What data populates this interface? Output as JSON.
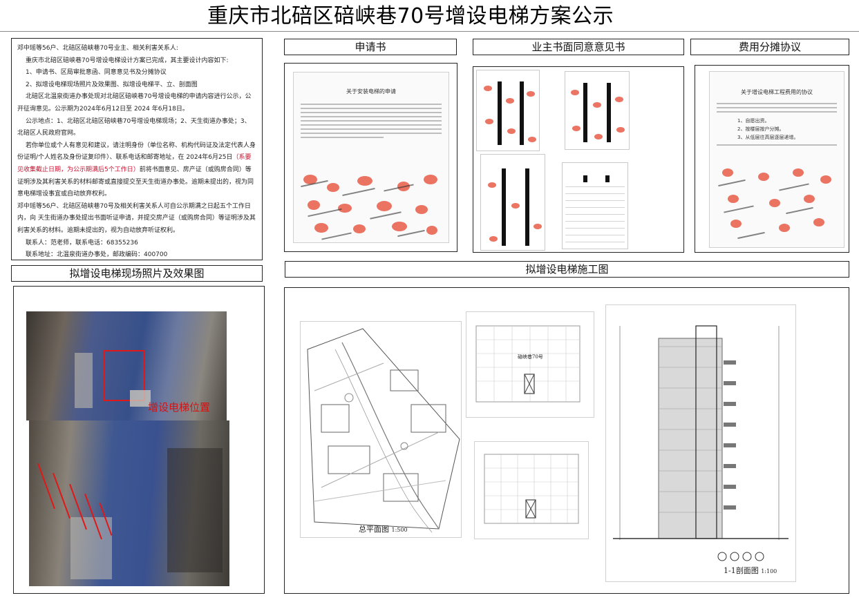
{
  "page": {
    "title": "重庆市北碚区碚峡巷70号增设电梯方案公示"
  },
  "sections": {
    "application": "申请书",
    "consent": "业主书面同意意见书",
    "cost": "费用分摊协议",
    "photos": "拟增设电梯现场照片及效果图",
    "drawings": "拟增设电梯施工图"
  },
  "notice": {
    "greeting": "邓中瑶等56户、北碚区碚峡巷70号业主、相关利害关系人:",
    "intro": "重庆市北碚区碚峡巷70号增设电梯设计方案已完成，其主要设计内容如下:",
    "item1": "1、申请书、区局审批意函、同意意见书及分摊协议",
    "item2": "2、拟增设电梯现场照片及效果图、拟增设电梯平、立、剖面图",
    "para1": "北碚区北温泉街道办事处现对北碚区碚峡巷70号增设电梯的申请内容进行公示，公开征询意见。公示期为2024年6月12日至 2024 年6月18日。",
    "para2": "公示地点：1、北碚区北碚区碚峡巷70号增设电梯现场；2、天生街道办事处；3、北碚区人民政府官网。",
    "para3_a": "若你单位或个人有意见和建议，请注明身份（单位名称、机构代码证及法定代表人身份证明/个人姓名及身份证复印件）、联系电话和邮寄地址，在 2024年6月25日",
    "para3_red": "（系要见收集截止日期，为公示期满后5个工作日）",
    "para3_b": "前将书面意见、房产证（或购房合同）等证明涉及其利害关系的材料邮寄或直接提交至天生街道办事处。逾期未提出的，视为同意电梯增设事宜或自动放弃权利。",
    "para4": "邓中瑶等56户、北碚区碚峡巷70号及相关利害关系人可自公示期满之日起五个工作日内，向 天生街道办事处提出书面听证申请，并提交房产证（或购房合同）等证明涉及其利害关系的材料。逾期未提出的，视为自动放弃听证权利。",
    "contact": "联系人：范老师，联系电话：68355236",
    "address": "联系地址：北温泉街道办事处，邮政编码：400700"
  },
  "docs": {
    "application_title": "关于安装电梯的申请",
    "cost_title": "关于增设电梯工程费用的协议",
    "cost_items": [
      "1、自愿出资。",
      "2、按楼层按户分摊。",
      "3、从低层往高层逐层递增。"
    ]
  },
  "photo": {
    "overlay_label": "增设电梯位置"
  },
  "drawings": {
    "site_plan_label": "总平面图",
    "site_plan_scale": "1:500",
    "floor_label_1": "碚峡巷70号",
    "section_label": "1-1剖面图",
    "section_scale": "1:100"
  },
  "colors": {
    "stamp_red": "#e4462f",
    "notice_red": "#c8102e",
    "overlay_red": "#d21414"
  }
}
